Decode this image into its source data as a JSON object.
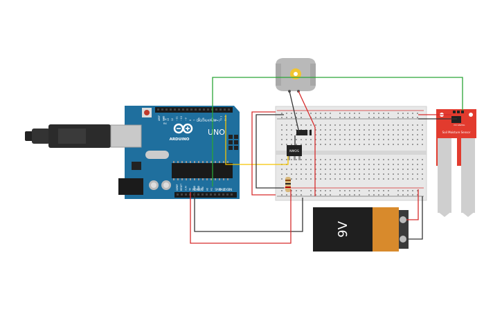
{
  "arduino": {
    "brand": "ARDUINO",
    "model": "UNO",
    "digital_label": "DIGITAL (PWM~)",
    "power_label": "POWER",
    "analog_label": "ANALOG IN",
    "tx_label": "TX",
    "rx_label": "RX",
    "top_pins": [
      "AREF",
      "GND",
      "13",
      "12",
      "~11",
      "~10",
      "~9",
      "8",
      "7",
      "~6",
      "~5",
      "4",
      "~3",
      "2",
      "TX 1",
      "RX 0"
    ],
    "power_pins": [
      "IOREF",
      "RESET",
      "3.3V",
      "5V",
      "GND",
      "GND",
      "VIN"
    ],
    "analog_pins": [
      "A0",
      "A1",
      "A2",
      "A3",
      "A4",
      "A5"
    ]
  },
  "transistor": {
    "label": "NMOS"
  },
  "battery": {
    "label": "9V"
  },
  "sensor": {
    "label": "Soil Moisture Sensor",
    "pins": [
      "VCC",
      "GND",
      "SIG"
    ]
  },
  "colors": {
    "arduino_board": "#1f6f9e",
    "breadboard": "#eeeeee",
    "wire_green": "#2aa536",
    "wire_red": "#d62b2b",
    "wire_black": "#333333",
    "wire_yellow": "#f5c400",
    "sensor_board": "#e23b2e",
    "battery_orange": "#d88a2c"
  }
}
